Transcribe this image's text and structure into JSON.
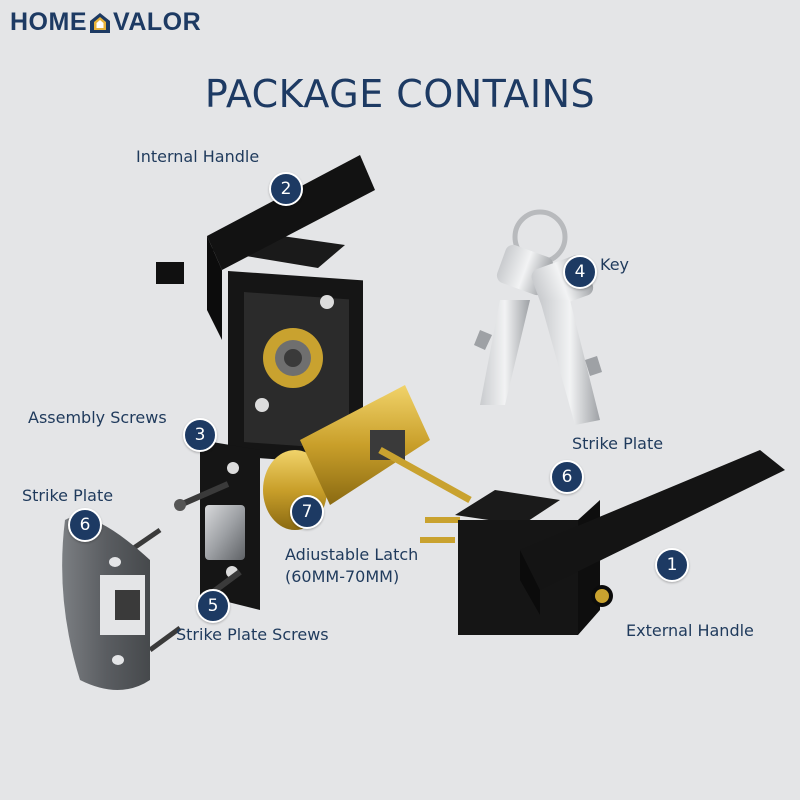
{
  "brand": {
    "left": "HOME",
    "right": "VALOR"
  },
  "title": "PACKAGE CONTAINS",
  "parts": [
    {
      "label": "Internal Handle",
      "number": "2"
    },
    {
      "label": "Key",
      "number": "4"
    },
    {
      "label": "Assembly Screws",
      "number": "3"
    },
    {
      "label": "Strike Plate",
      "number": "6"
    },
    {
      "label": "Strike Plate",
      "number": "6"
    },
    {
      "label": "Adiustable Latch",
      "sublabel": "(60MM-70MM)",
      "number": "7"
    },
    {
      "label": "Strike Plate Screws",
      "number": "5"
    },
    {
      "label": "External Handle",
      "number": "1"
    }
  ],
  "colors": {
    "brand": "#1d3a63",
    "background": "#e4e5e7",
    "hardware": "#151515",
    "brass": "#c9a22f"
  }
}
